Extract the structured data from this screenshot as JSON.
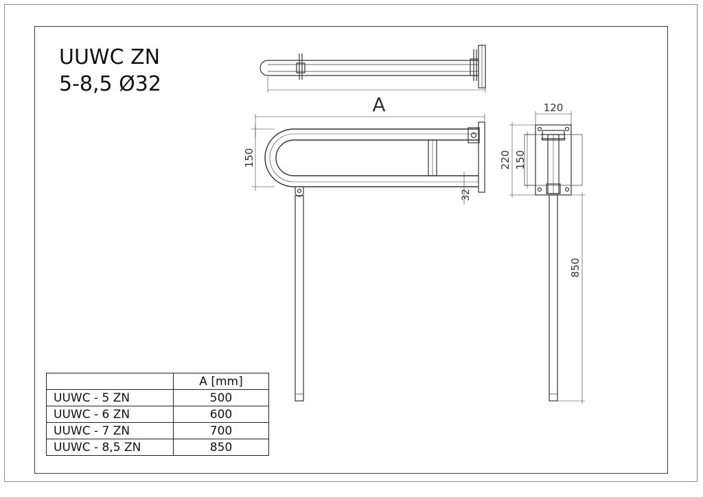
{
  "title": {
    "line1": "UUWC ZN",
    "line2": "5-8,5 Ø32"
  },
  "dimensions": {
    "length": "A",
    "height": "150",
    "tube_diameter": "32",
    "plate_width": "120",
    "plate_height": "220",
    "hole_spacing": "150",
    "leg_height": "850"
  },
  "table": {
    "header": [
      "",
      "A [mm]"
    ],
    "rows": [
      {
        "model": "UUWC - 5 ZN",
        "a": "500"
      },
      {
        "model": "UUWC - 6 ZN",
        "a": "600"
      },
      {
        "model": "UUWC - 7 ZN",
        "a": "700"
      },
      {
        "model": "UUWC - 8,5 ZN",
        "a": "850"
      }
    ]
  }
}
